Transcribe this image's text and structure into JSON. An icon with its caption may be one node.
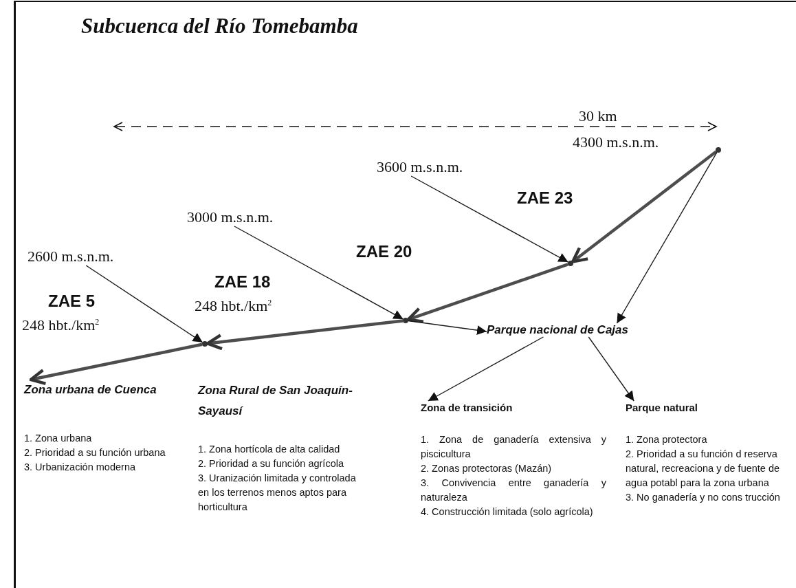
{
  "diagram": {
    "title": "Subcuenca del Río Tomebamba",
    "nodes": [
      {
        "text": [],
        "shape": "circle",
        "beside": [
          "4300 m.s.n.m."
        ]
      },
      {
        "text": [
          "3600 m.s.n.m."
        ]
      },
      {
        "text": [],
        "shape": "circle"
      },
      {
        "text": [
          "3000 m.s.n.m."
        ]
      },
      {
        "text": [],
        "shape": "circle"
      },
      {
        "text": [
          "2600 m.s.n.m."
        ]
      },
      {
        "text": [],
        "shape": "circle"
      },
      {
        "text": [
          "Parque nacional de Cajas"
        ]
      },
      {
        "text": [
          "Zona urbana de Cuenca",
          "1. Zona urbana",
          "2. Prioridad a su función urbana",
          "3. Urbanización moderna"
        ]
      },
      {
        "text": [
          "Zona Rural de San Joaquín-Sayausí",
          "1. Zona hortícola de alta calidad",
          "2. Prioridad a su función agrícola",
          "3. Uranización limitada y controlada en los terrenos menos aptos para horticultura"
        ]
      },
      {
        "text": [
          "Zona de transición",
          "1. Zona de ganadería extensiva y piscicultura",
          "2. Zonas protectoras (Mazán)",
          "3. Convivencia entre ganadería y naturaleza",
          "4. Construcción limitada (solo agrícola)"
        ]
      },
      {
        "text": [
          "Parque natural",
          "1. Zona protectora",
          "2. Prioridad a su función d reserva natural, recreaciona y de fuente de agua potabl para la zona urbana",
          "3. No ganadería y no cons trucción"
        ]
      }
    ],
    "edges": [
      {
        "from": 0,
        "to": 2,
        "arrow": "to",
        "style": "thick"
      },
      {
        "from": 2,
        "to": 4,
        "arrow": "to",
        "style": "thick"
      },
      {
        "from": 4,
        "to": 6,
        "arrow": "to",
        "style": "thick"
      },
      {
        "from": 6,
        "to": 8,
        "arrow": "to",
        "style": "thick"
      },
      {
        "from": 1,
        "to": 2,
        "arrow": "to"
      },
      {
        "from": 3,
        "to": 4,
        "arrow": "to"
      },
      {
        "from": 5,
        "to": 6,
        "arrow": "to"
      },
      {
        "from": 4,
        "to": 7,
        "arrow": "to"
      },
      {
        "from": 0,
        "to": 7,
        "arrow": "to"
      },
      {
        "from": 7,
        "to": 10,
        "arrow": "to"
      },
      {
        "from": 7,
        "to": 11,
        "arrow": "to"
      }
    ],
    "labels": [
      "30 km",
      "ZAE 23",
      "ZAE 20",
      "ZAE 18",
      "248 hbt./km$^{2}$",
      "ZAE 5",
      "248 hbt./km$^{2}$"
    ]
  }
}
